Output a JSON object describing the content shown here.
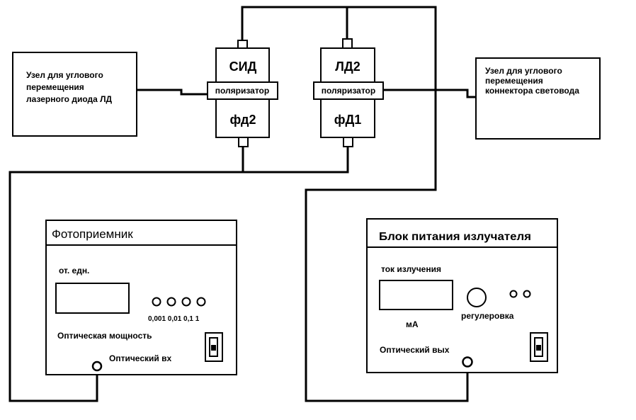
{
  "left_node": {
    "lines": [
      "Узел для углового",
      "перемещения",
      "лазерного диода ЛД"
    ]
  },
  "right_node": {
    "lines": [
      "Узел для углового",
      "перемещения",
      "коннектора световода"
    ]
  },
  "module_left": {
    "top": "СИД",
    "middle": "поляризатор",
    "bottom": "фд2"
  },
  "module_right": {
    "top": "ЛД2",
    "middle": "поляризатор",
    "bottom": "фД1"
  },
  "photoreceiver": {
    "title": "Фотоприемник",
    "units_label": "от. едн.",
    "range_labels": "0,001 0,01 0,1 1",
    "power_label": "Оптическая мощность",
    "input_label": "Оптический вх"
  },
  "power_supply": {
    "title": "Блок питания излучателя",
    "current_label": "ток излучения",
    "ma_label": "мА",
    "regulator_label": "регулеровка",
    "output_label": "Оптический вых"
  }
}
